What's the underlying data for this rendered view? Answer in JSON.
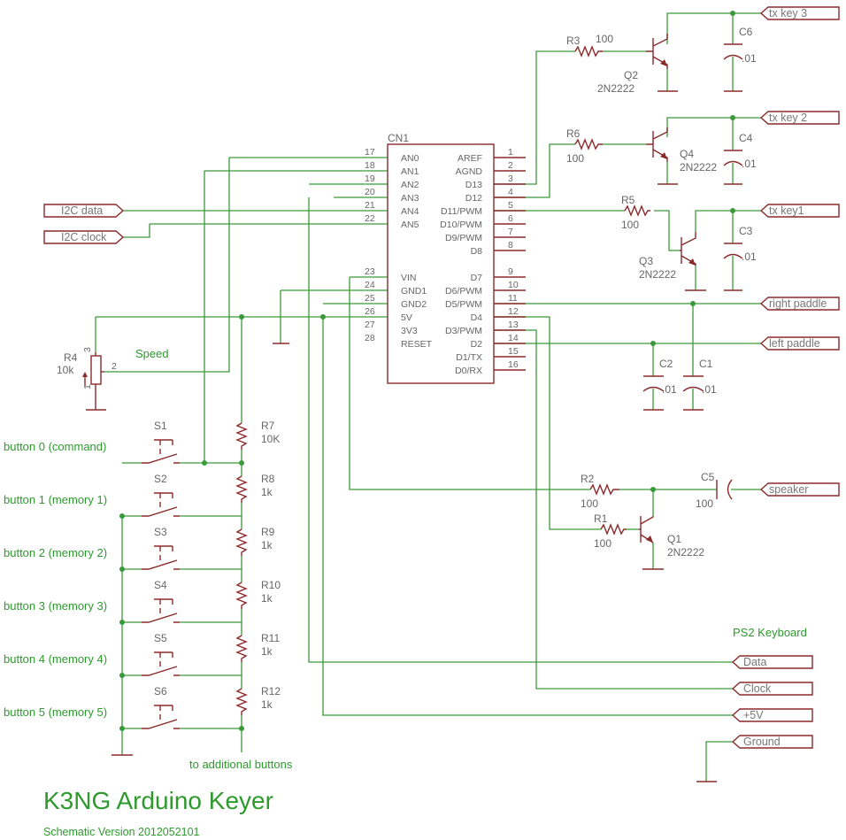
{
  "title": "K3NG Arduino Keyer",
  "subtitle": "Schematic Version 2012052101",
  "cn1": {
    "name": "CN1",
    "left_pins": [
      {
        "num": "17",
        "label": "AN0"
      },
      {
        "num": "18",
        "label": "AN1"
      },
      {
        "num": "19",
        "label": "AN2"
      },
      {
        "num": "20",
        "label": "AN3"
      },
      {
        "num": "21",
        "label": "AN4"
      },
      {
        "num": "22",
        "label": "AN5"
      },
      {
        "num": "23",
        "label": "VIN"
      },
      {
        "num": "24",
        "label": "GND1"
      },
      {
        "num": "25",
        "label": "GND2"
      },
      {
        "num": "26",
        "label": "5V"
      },
      {
        "num": "27",
        "label": "3V3"
      },
      {
        "num": "28",
        "label": "RESET"
      }
    ],
    "right_pins": [
      {
        "num": "1",
        "label": "AREF"
      },
      {
        "num": "2",
        "label": "AGND"
      },
      {
        "num": "3",
        "label": "D13"
      },
      {
        "num": "4",
        "label": "D12"
      },
      {
        "num": "5",
        "label": "D11/PWM"
      },
      {
        "num": "6",
        "label": "D10/PWM"
      },
      {
        "num": "7",
        "label": "D9/PWM"
      },
      {
        "num": "8",
        "label": "D8"
      },
      {
        "num": "9",
        "label": "D7"
      },
      {
        "num": "10",
        "label": "D6/PWM"
      },
      {
        "num": "11",
        "label": "D5/PWM"
      },
      {
        "num": "12",
        "label": "D4"
      },
      {
        "num": "13",
        "label": "D3/PWM"
      },
      {
        "num": "14",
        "label": "D2"
      },
      {
        "num": "15",
        "label": "D1/TX"
      },
      {
        "num": "16",
        "label": "D0/RX"
      }
    ]
  },
  "labels": {
    "tx_key_3": "tx key 3",
    "tx_key_2": "tx key 2",
    "tx_key_1": "tx key1",
    "right_paddle": "right paddle",
    "left_paddle": "left paddle",
    "speaker": "speaker",
    "i2c_data": "I2C data",
    "i2c_clock": "I2C clock",
    "ps2_data": "Data",
    "ps2_clock": "Clock",
    "ps2_5v": "+5V",
    "ps2_ground": "Ground"
  },
  "ps2_keyboard": "PS2 Keyboard",
  "speed": "Speed",
  "to_additional": "to additional buttons",
  "buttons": [
    "button 0 (command)",
    "button 1 (memory 1)",
    "button 2 (memory 2)",
    "button 3 (memory 3)",
    "button 4 (memory 4)",
    "button 5 (memory 5)"
  ],
  "switches": [
    "S1",
    "S2",
    "S3",
    "S4",
    "S5",
    "S6"
  ],
  "ladder": [
    {
      "name": "R7",
      "value": "10K"
    },
    {
      "name": "R8",
      "value": "1k"
    },
    {
      "name": "R9",
      "value": "1k"
    },
    {
      "name": "R10",
      "value": "1k"
    },
    {
      "name": "R11",
      "value": "1k"
    },
    {
      "name": "R12",
      "value": "1k"
    }
  ],
  "pot": {
    "name": "R4",
    "value": "10k",
    "pin1": "1",
    "pin2": "2",
    "pin3": "3"
  },
  "parts": {
    "r3": {
      "name": "R3",
      "value": "100"
    },
    "r6": {
      "name": "R6",
      "value": "100"
    },
    "r5": {
      "name": "R5",
      "value": "100"
    },
    "r2": {
      "name": "R2",
      "value": "100"
    },
    "r1": {
      "name": "R1",
      "value": "100"
    },
    "q2": {
      "name": "Q2",
      "value": "2N2222"
    },
    "q4": {
      "name": "Q4",
      "value": "2N2222"
    },
    "q3": {
      "name": "Q3",
      "value": "2N2222"
    },
    "q1": {
      "name": "Q1",
      "value": "2N2222"
    },
    "c6": {
      "name": "C6",
      "value": ".01"
    },
    "c4": {
      "name": "C4",
      "value": ".01"
    },
    "c3": {
      "name": "C3",
      "value": ".01"
    },
    "c2": {
      "name": "C2",
      "value": ".01"
    },
    "c1": {
      "name": "C1",
      "value": ".01"
    },
    "c5": {
      "name": "C5",
      "value": "100"
    }
  }
}
